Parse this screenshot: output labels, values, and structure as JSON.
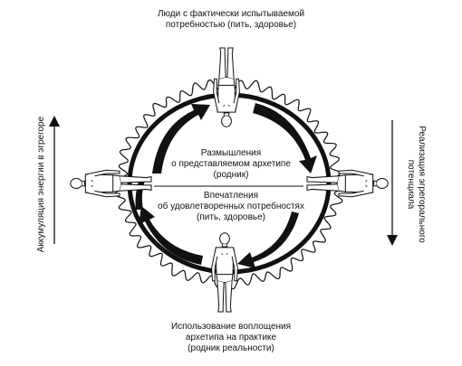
{
  "top_label": [
    "Люди с фактически испытываемой",
    "потребностью (пить, здоровье)"
  ],
  "center_upper": [
    "Размышления",
    "о представляемом архетипе",
    "(родник)"
  ],
  "center_lower": [
    "Впечатления",
    "об удовлетворенных потребностях",
    "(пить, здоровье)"
  ],
  "bottom_label": [
    "Использование воплощения",
    "архетипа на практике",
    "(родник реальности)"
  ],
  "left_side": "Аккумуляция энергии в эгрегоре",
  "right_side": [
    "Реализация эгрегорального",
    "потенциала"
  ],
  "colors": {
    "ink": "#111111",
    "background": "#ffffff"
  }
}
